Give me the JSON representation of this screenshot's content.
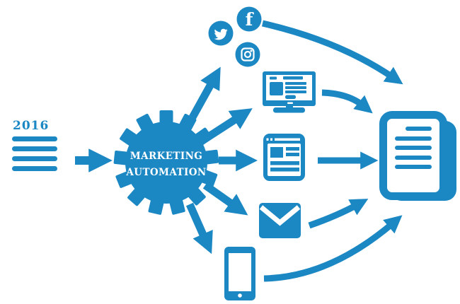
{
  "colors": {
    "primary": "#1b87c3",
    "background": "#ffffff",
    "text_on_primary": "#ffffff"
  },
  "source_document": {
    "label": "2016",
    "icon": "document-icon",
    "lines": 4
  },
  "input_arrow": {
    "icon": "arrow-right-icon"
  },
  "hub": {
    "icon": "gear-icon",
    "label_line1": "MARKETING",
    "label_line2": "AUTOMATION"
  },
  "channels": [
    {
      "name": "twitter",
      "icon": "twitter-bird-icon"
    },
    {
      "name": "facebook",
      "icon": "facebook-f-icon"
    },
    {
      "name": "instagram",
      "icon": "instagram-camera-icon"
    },
    {
      "name": "desktop",
      "icon": "desktop-monitor-icon"
    },
    {
      "name": "web-page",
      "icon": "browser-window-icon"
    },
    {
      "name": "email",
      "icon": "envelope-icon"
    },
    {
      "name": "mobile",
      "icon": "smartphone-icon"
    }
  ],
  "output_document": {
    "icon": "document-stack-icon",
    "lines": 5
  }
}
